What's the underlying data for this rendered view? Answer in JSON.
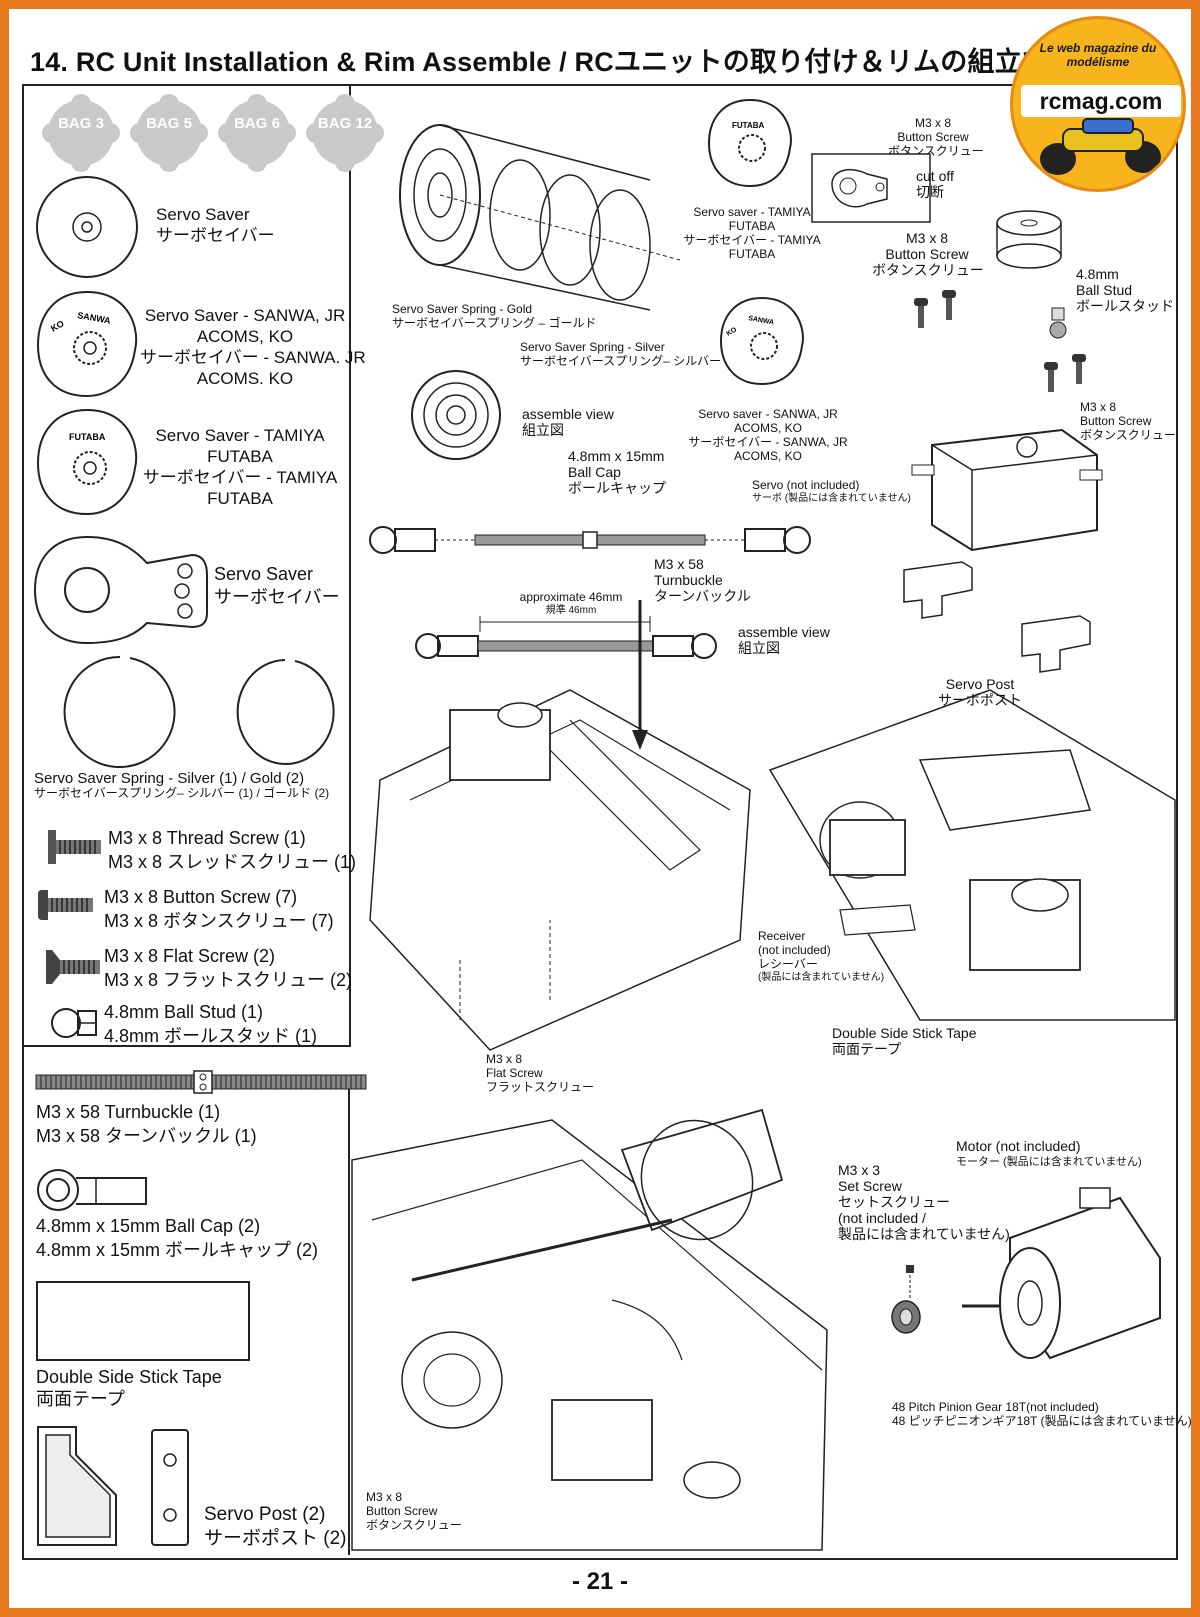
{
  "header": {
    "title": "14. RC Unit Installation & Rim Assemble / RCユニットの取り付け＆リムの組立て",
    "page_number": "- 21 -"
  },
  "logo": {
    "tagline": "Le web magazine du modélisme",
    "name": "rcmag.com"
  },
  "bags": [
    "BAG 3",
    "BAG 5",
    "BAG 6",
    "BAG 12"
  ],
  "parts": {
    "servo_saver": {
      "en": "Servo Saver",
      "jp": "サーボセイバー"
    },
    "servo_saver_sanwa": {
      "line1": "Servo Saver - SANWA, JR",
      "line2": "ACOMS, KO",
      "line3": "サーボセイバー - SANWA. JR",
      "line4": "ACOMS. KO",
      "mark1": "KO",
      "mark2": "SANWA"
    },
    "servo_saver_tamiya": {
      "line1": "Servo Saver - TAMIYA",
      "line2": "FUTABA",
      "line3": "サーボセイバー - TAMIYA",
      "line4": "FUTABA",
      "mark": "FUTABA"
    },
    "servo_saver_arm": {
      "en": "Servo Saver",
      "jp": "サーボセイバー"
    },
    "spring": {
      "en": "Servo Saver Spring - Silver (1) / Gold (2)",
      "jp": "サーボセイバースプリング– シルバー (1) / ゴールド (2)"
    },
    "thread_screw": {
      "en": "M3 x 8 Thread Screw (1)",
      "jp": "M3 x 8 スレッドスクリュー (1)"
    },
    "button_screw": {
      "en": "M3 x 8 Button Screw (7)",
      "jp": "M3 x 8 ボタンスクリュー (7)"
    },
    "flat_screw": {
      "en": "M3 x 8 Flat Screw (2)",
      "jp": "M3 x 8 フラットスクリュー (2)"
    },
    "ball_stud": {
      "en": "4.8mm Ball Stud (1)",
      "jp": "4.8mm ボールスタッド (1)"
    },
    "turnbuckle": {
      "en": "M3 x 58 Turnbuckle (1)",
      "jp": "M3 x 58 ターンバックル (1)"
    },
    "ball_cap": {
      "en": "4.8mm x 15mm Ball Cap (2)",
      "jp": "4.8mm x 15mm ボールキャップ (2)"
    },
    "tape": {
      "en": "Double Side Stick Tape",
      "jp": "両面テープ"
    },
    "servo_post": {
      "en": "Servo Post (2)",
      "jp": "サーボポスト (2)"
    }
  },
  "diagram": {
    "spring_gold": {
      "en": "Servo Saver Spring - Gold",
      "jp": "サーボセイバースプリング – ゴールド"
    },
    "spring_silver": {
      "en": "Servo Saver Spring - Silver",
      "jp": "サーボセイバースプリング– シルバー"
    },
    "assemble_view_1": {
      "en": "assemble view",
      "jp": "組立図"
    },
    "saver_tamiya": {
      "line1": "Servo saver - TAMIYA",
      "line2": "FUTABA",
      "line3": "サーボセイバー - TAMIYA",
      "line4": "FUTABA",
      "mark": "FUTABA"
    },
    "saver_sanwa": {
      "line1": "Servo saver - SANWA, JR",
      "line2": "ACOMS, KO",
      "line3": "サーボセイバー - SANWA, JR",
      "line4": "ACOMS, KO",
      "mark1": "KO",
      "mark2": "SANWA"
    },
    "ball_cap": {
      "line1": "4.8mm x 15mm",
      "line2": "Ball Cap",
      "line3": "ボールキャップ"
    },
    "turnbuckle": {
      "line1": "M3 x 58",
      "line2": "Turnbuckle",
      "line3": "ターンバックル"
    },
    "approx": {
      "en": "approximate 46mm",
      "jp": "規準 46mm"
    },
    "assemble_view_2": {
      "en": "assemble view",
      "jp": "組立図"
    },
    "button_screw_top": {
      "line1": "M3 x 8",
      "line2": "Button Screw",
      "line3": "ボタンスクリュー"
    },
    "cut_off": {
      "en": "cut off",
      "jp": "切断"
    },
    "button_screw_mid": {
      "line1": "M3 x 8",
      "line2": "Button Screw",
      "line3": "ボタンスクリュー"
    },
    "ball_stud": {
      "line1": "4.8mm",
      "line2": "Ball Stud",
      "line3": "ボールスタッド"
    },
    "button_screw_right": {
      "line1": "M3 x 8",
      "line2": "Button Screw",
      "line3": "ボタンスクリュー"
    },
    "servo": {
      "en": "Servo (not included)",
      "jp": "サーボ (製品には含まれていません)"
    },
    "servo_post": {
      "en": "Servo Post",
      "jp": "サーボポスト"
    },
    "receiver": {
      "line1": "Receiver",
      "line2": "(not included)",
      "line3": "レシーバー",
      "line4": "(製品には含まれていません)"
    },
    "tape": {
      "en": "Double Side Stick Tape",
      "jp": "両面テープ"
    },
    "flat_screw": {
      "line1": "M3 x 8",
      "line2": "Flat Screw",
      "line3": "フラットスクリュー"
    },
    "motor": {
      "en": "Motor (not included)",
      "jp": "モーター (製品には含まれていません)"
    },
    "set_screw": {
      "line1": "M3 x 3",
      "line2": "Set Screw",
      "line3": "セットスクリュー",
      "line4": "(not included /",
      "line5": "製品には含まれていません)"
    },
    "pinion": {
      "en": "48 Pitch Pinion Gear 18T(not included)",
      "jp": "48 ピッチピニオンギア18T (製品には含まれていません)"
    },
    "button_screw_bottom": {
      "line1": "M3 x 8",
      "line2": "Button Screw",
      "line3": "ボタンスクリュー"
    }
  }
}
